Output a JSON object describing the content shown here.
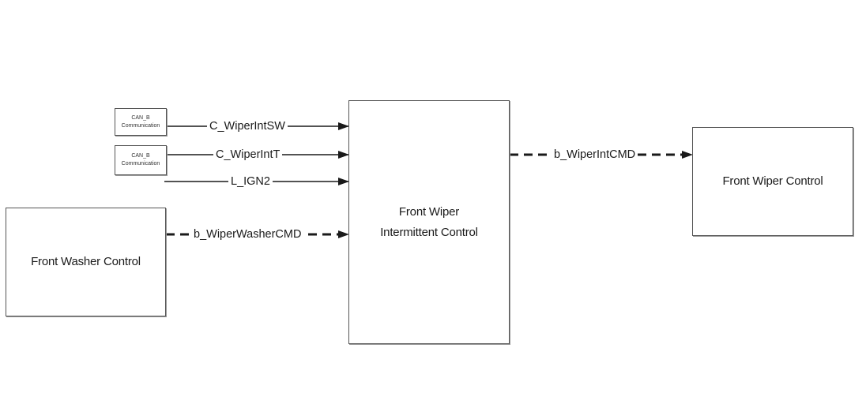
{
  "blocks": {
    "can_b_1": {
      "line1": "CAN_B",
      "line2": "Communication"
    },
    "can_b_2": {
      "line1": "CAN_B",
      "line2": "Communication"
    },
    "front_washer": {
      "label": "Front Washer Control"
    },
    "intermittent": {
      "line1": "Front Wiper",
      "line2": "Intermittent Control"
    },
    "front_wiper": {
      "label": "Front Wiper Control"
    }
  },
  "signals": {
    "wiper_int_sw": "C_WiperIntSW",
    "wiper_int_t": "C_WiperIntT",
    "l_ign2": "L_IGN2",
    "wiper_washer_cmd": "b_WiperWasherCMD",
    "wiper_int_cmd": "b_WiperIntCMD"
  },
  "colors": {
    "line": "#1a1a1a",
    "border": "#555555"
  }
}
